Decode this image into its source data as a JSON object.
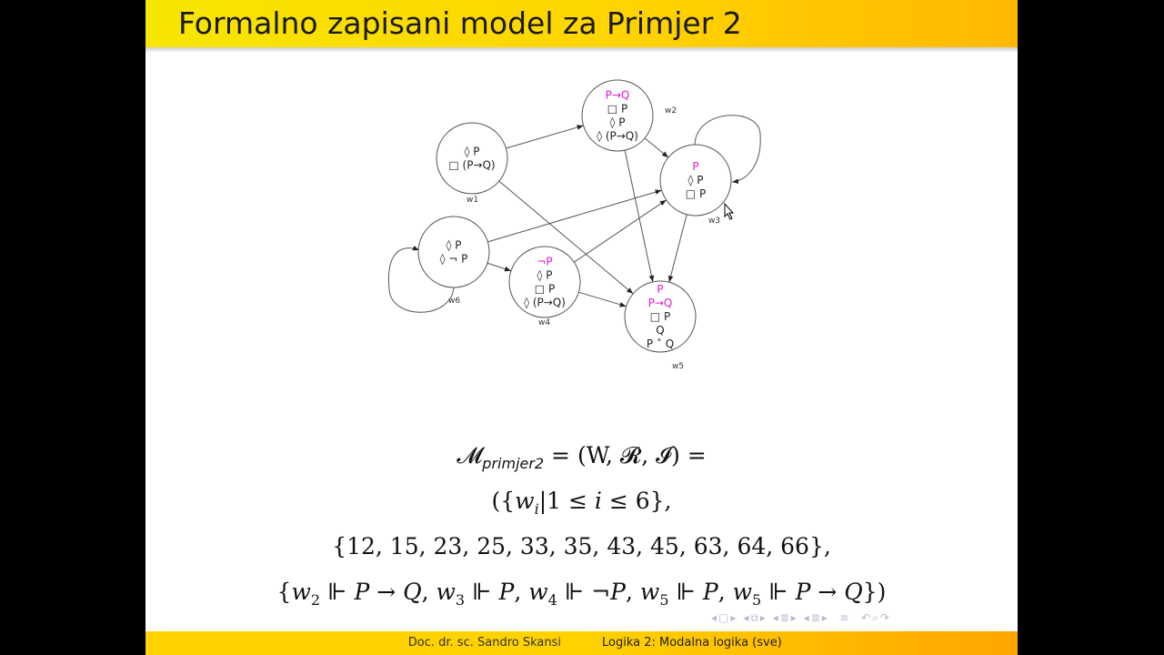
{
  "slide": {
    "title": "Formalno zapisani model za Primjer 2",
    "footer_author": "Doc. dr. sc. Sandro Skansi",
    "footer_course": "Logika 2: Modalna logika (sve)"
  },
  "colors": {
    "title_bar": "#ffd400",
    "highlight": "#e01cc8",
    "footer": "#ffd200"
  },
  "diagram": {
    "worlds": [
      {
        "id": "w1",
        "label": "w1",
        "formulas": [
          {
            "text": "◊ P",
            "hi": false
          },
          {
            "text": "□ (P→Q)",
            "hi": false
          }
        ]
      },
      {
        "id": "w2",
        "label": "w2",
        "formulas": [
          {
            "text": "P→Q",
            "hi": true
          },
          {
            "text": "□ P",
            "hi": false
          },
          {
            "text": "◊ P",
            "hi": false
          },
          {
            "text": "◊ (P→Q)",
            "hi": false
          }
        ]
      },
      {
        "id": "w3",
        "label": "w3",
        "formulas": [
          {
            "text": "P",
            "hi": true
          },
          {
            "text": "◊ P",
            "hi": false
          },
          {
            "text": "□ P",
            "hi": false
          }
        ]
      },
      {
        "id": "w4",
        "label": "w4",
        "formulas": [
          {
            "text": "¬P",
            "hi": true
          },
          {
            "text": "◊ P",
            "hi": false
          },
          {
            "text": "□ P",
            "hi": false
          },
          {
            "text": "◊ (P→Q)",
            "hi": false
          }
        ]
      },
      {
        "id": "w5",
        "label": "w5",
        "formulas": [
          {
            "text": "P",
            "hi": true
          },
          {
            "text": "P→Q",
            "hi": true
          },
          {
            "text": "□ P",
            "hi": false
          },
          {
            "text": "Q",
            "hi": false
          },
          {
            "text": "P ˄ Q",
            "hi": false
          }
        ]
      },
      {
        "id": "w6",
        "label": "w6",
        "formulas": [
          {
            "text": "◊ P",
            "hi": false
          },
          {
            "text": "◊ ¬ P",
            "hi": false
          }
        ]
      }
    ],
    "relations": [
      "w1-w2",
      "w1-w5",
      "w2-w3",
      "w2-w5",
      "w3-w3",
      "w3-w5",
      "w4-w3",
      "w4-w5",
      "w6-w3",
      "w6-w4",
      "w6-w6"
    ]
  },
  "equations": {
    "line1": {
      "M": "𝓜",
      "sub": "primjer2",
      "rest": " = (W, 𝓡, 𝓘) ="
    },
    "line2": {
      "pre": "({",
      "w": "w",
      "wsub": "i",
      "mid": "|1 ≤ ",
      "i": "i",
      "post": " ≤ 6},"
    },
    "line3": "{12, 15, 23, 25, 33, 35, 43, 45, 63, 64, 66},",
    "line4": [
      {
        "t": "{",
        "it": false
      },
      {
        "t": "w",
        "it": true,
        "sub": "2"
      },
      {
        "t": " ⊩ ",
        "it": false
      },
      {
        "t": "P",
        "it": true
      },
      {
        "t": " → ",
        "it": false
      },
      {
        "t": "Q",
        "it": true
      },
      {
        "t": ", ",
        "it": false
      },
      {
        "t": "w",
        "it": true,
        "sub": "3"
      },
      {
        "t": " ⊩ ",
        "it": false
      },
      {
        "t": "P",
        "it": true
      },
      {
        "t": ", ",
        "it": false
      },
      {
        "t": "w",
        "it": true,
        "sub": "4"
      },
      {
        "t": " ⊩ ¬",
        "it": false
      },
      {
        "t": "P",
        "it": true
      },
      {
        "t": ", ",
        "it": false
      },
      {
        "t": "w",
        "it": true,
        "sub": "5"
      },
      {
        "t": " ⊩ ",
        "it": false
      },
      {
        "t": "P",
        "it": true
      },
      {
        "t": ", ",
        "it": false
      },
      {
        "t": "w",
        "it": true,
        "sub": "5"
      },
      {
        "t": " ⊩ ",
        "it": false
      },
      {
        "t": "P",
        "it": true
      },
      {
        "t": " → ",
        "it": false
      },
      {
        "t": "Q",
        "it": true
      },
      {
        "t": "})",
        "it": false
      }
    ]
  },
  "nav_icons": [
    "nav-prev-frame-icon",
    "nav-next-frame-icon",
    "nav-prev-subsection-icon",
    "nav-next-subsection-icon",
    "nav-prev-section-icon",
    "nav-next-section-icon",
    "nav-menu-icon",
    "nav-search-icon"
  ]
}
